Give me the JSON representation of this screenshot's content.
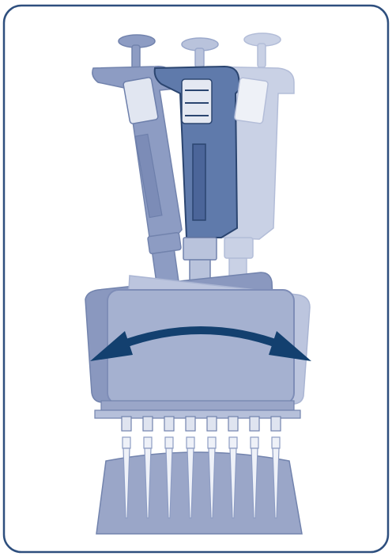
{
  "illustration": {
    "subject": "multichannel-pipette-rotation",
    "colors": {
      "border": "#2e4f7e",
      "pipette_dark": "#5f7aab",
      "pipette_dark_stroke": "#2b4570",
      "pipette_mid": "#8f9fc4",
      "pipette_light": "#c5cde2",
      "head_face": "#a5b1d0",
      "head_back": "#8a98bf",
      "arrow": "#13406f",
      "tip_box": "#9aa6c8",
      "tip": "#eef1f8"
    },
    "channel_count": 8,
    "arrow_icon": "double-headed-curved-arrow"
  }
}
